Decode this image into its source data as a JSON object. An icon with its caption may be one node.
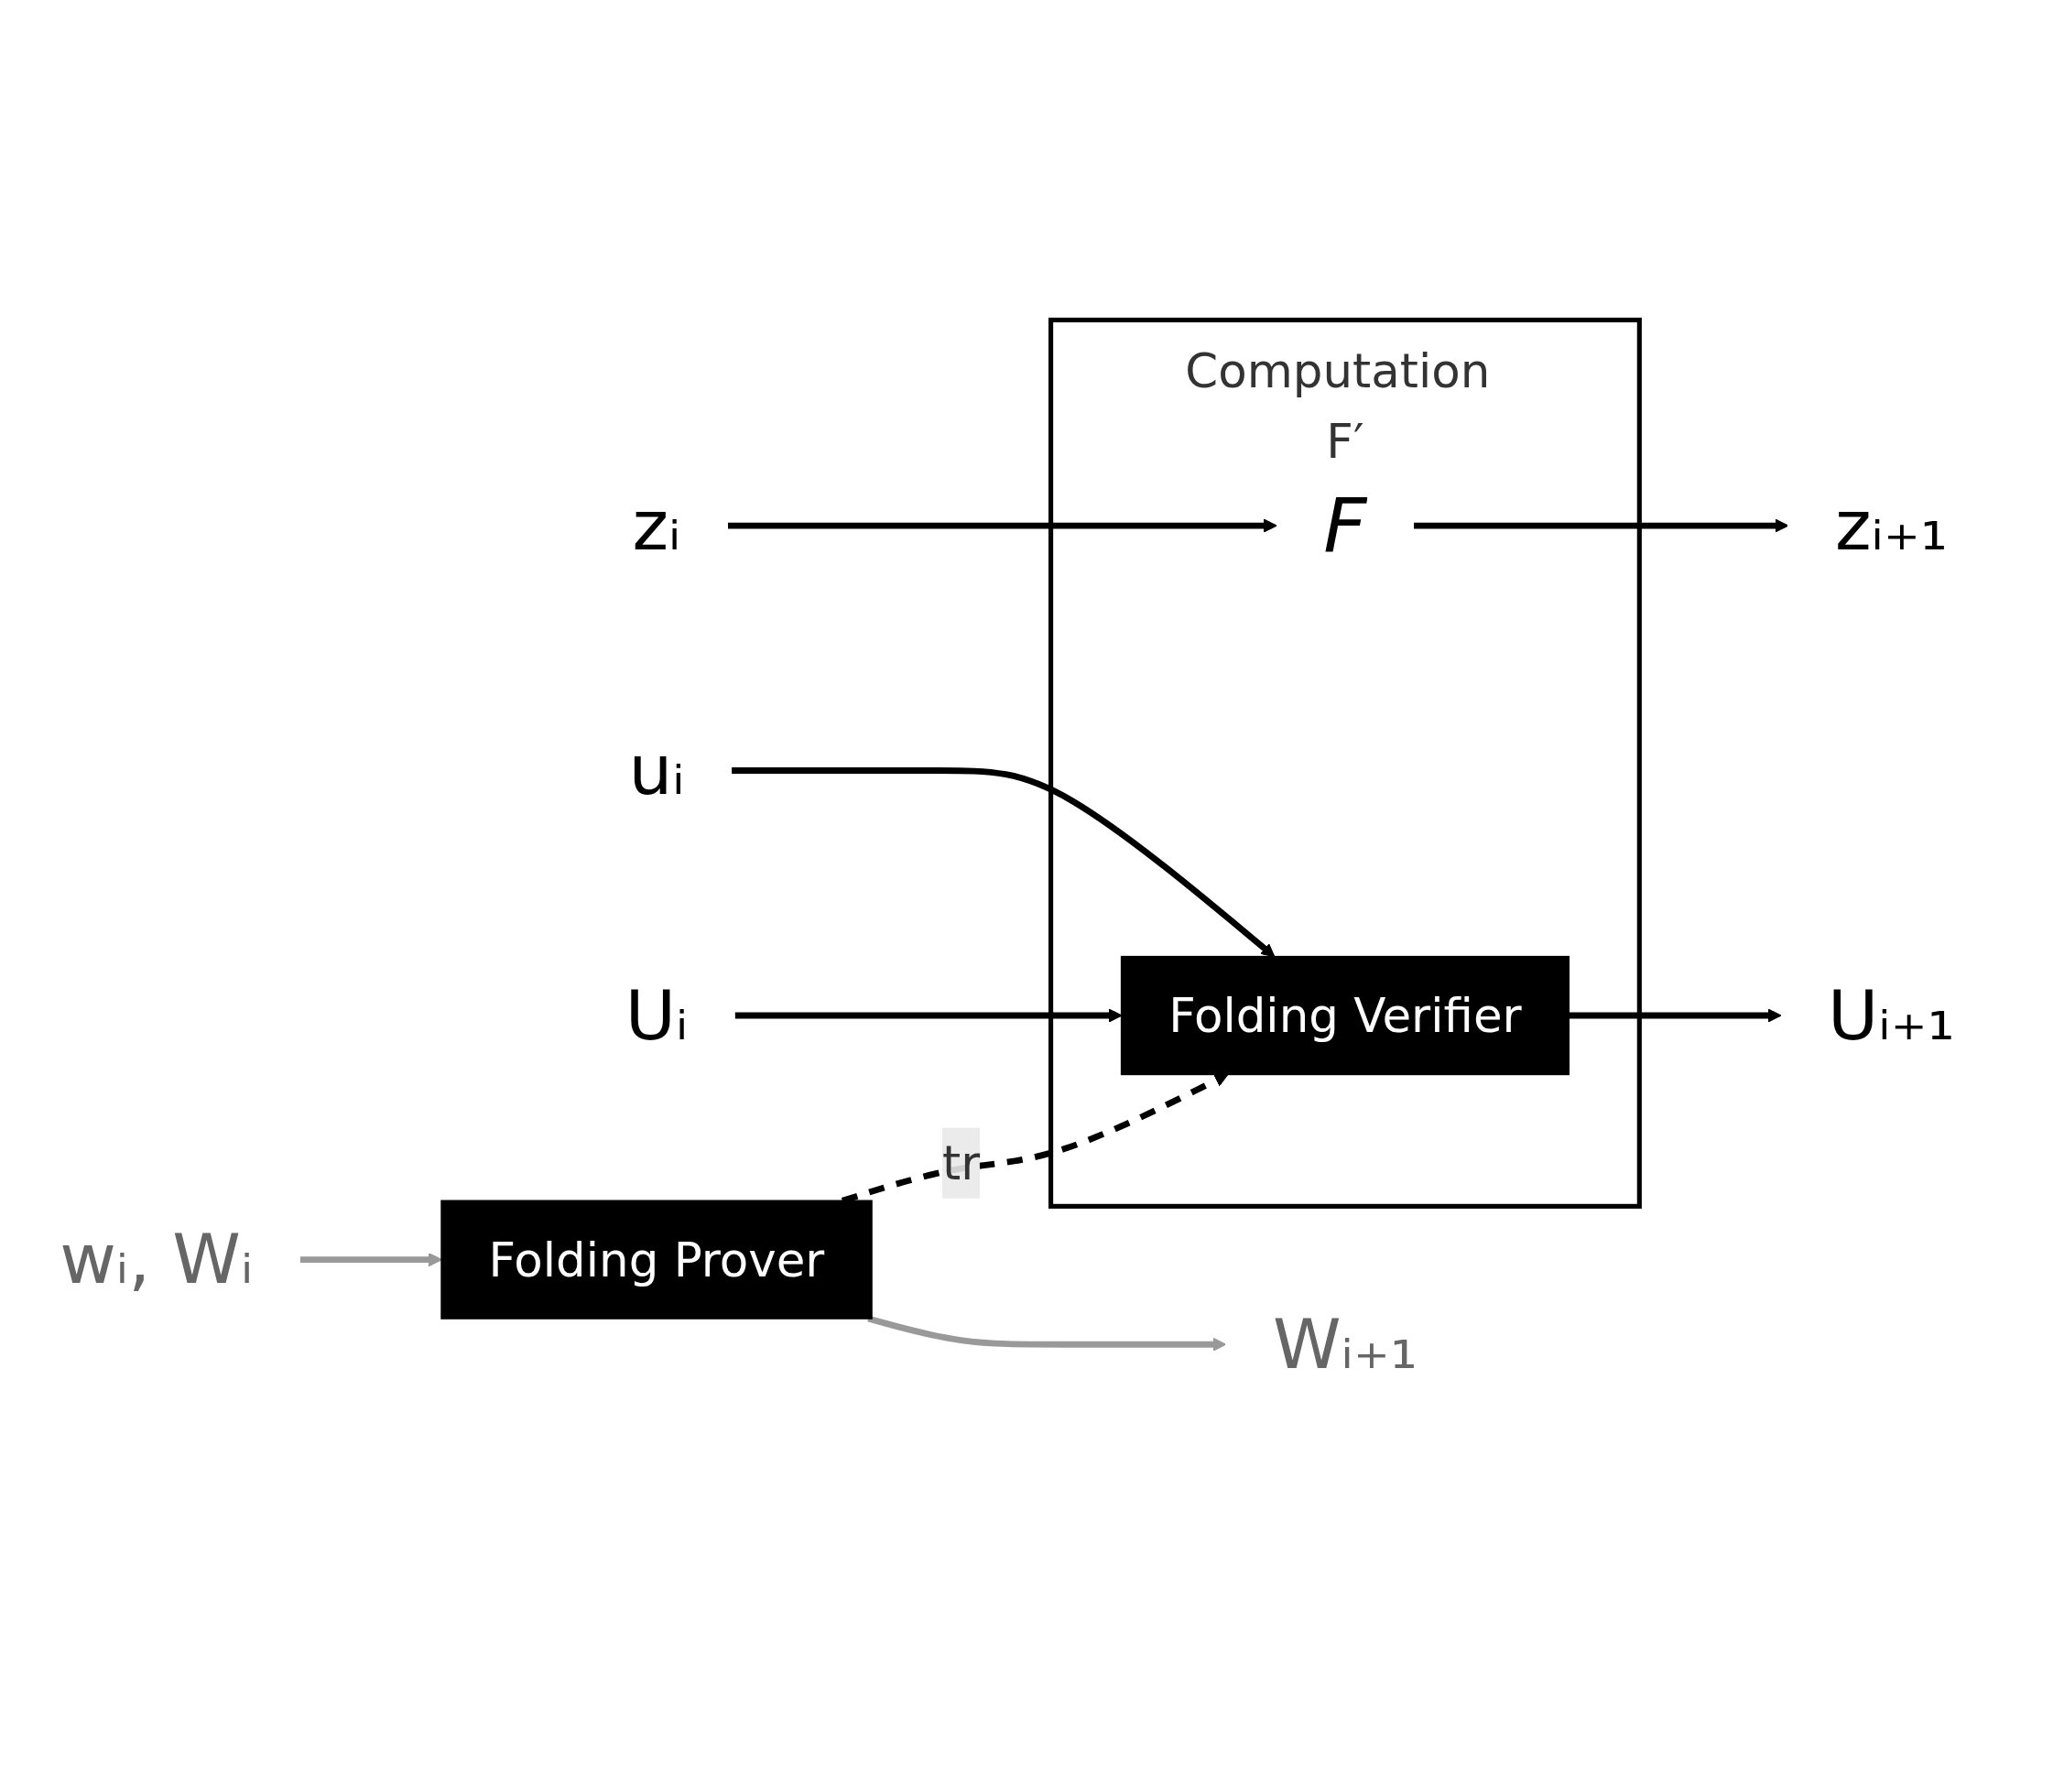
{
  "diagram": {
    "nodes": [
      {
        "text": [
          "Computation F′"
        ]
      },
      {
        "text": [
          "zᵢ"
        ]
      },
      {
        "text": [
          "F"
        ],
        "in": 0
      },
      {
        "text": [
          "zᵢ₊₁"
        ]
      },
      {
        "text": [
          "uᵢ"
        ]
      },
      {
        "text": [
          "Uᵢ"
        ]
      },
      {
        "text": [
          "Folding Verifier"
        ],
        "in": 0
      },
      {
        "text": [
          "Uᵢ₊₁"
        ]
      },
      {
        "text": [
          "wᵢ, Wᵢ"
        ]
      },
      {
        "text": [
          "Folding Prover"
        ]
      },
      {
        "text": [
          "Wᵢ₊₁"
        ]
      }
    ],
    "edges": [
      {
        "from": 1,
        "to": 2,
        "arrow": "to"
      },
      {
        "from": 2,
        "to": 3,
        "arrow": "to"
      },
      {
        "from": 4,
        "to": 6,
        "arrow": "to"
      },
      {
        "from": 5,
        "to": 6,
        "arrow": "to"
      },
      {
        "from": 6,
        "to": 7,
        "arrow": "to"
      },
      {
        "from": 9,
        "to": 6,
        "label": "tr",
        "arrow": "to",
        "style": "dashed"
      },
      {
        "from": 8,
        "to": 9,
        "arrow": "to",
        "color": "#999999"
      },
      {
        "from": 9,
        "to": 10,
        "arrow": "to",
        "color": "#999999"
      }
    ]
  }
}
